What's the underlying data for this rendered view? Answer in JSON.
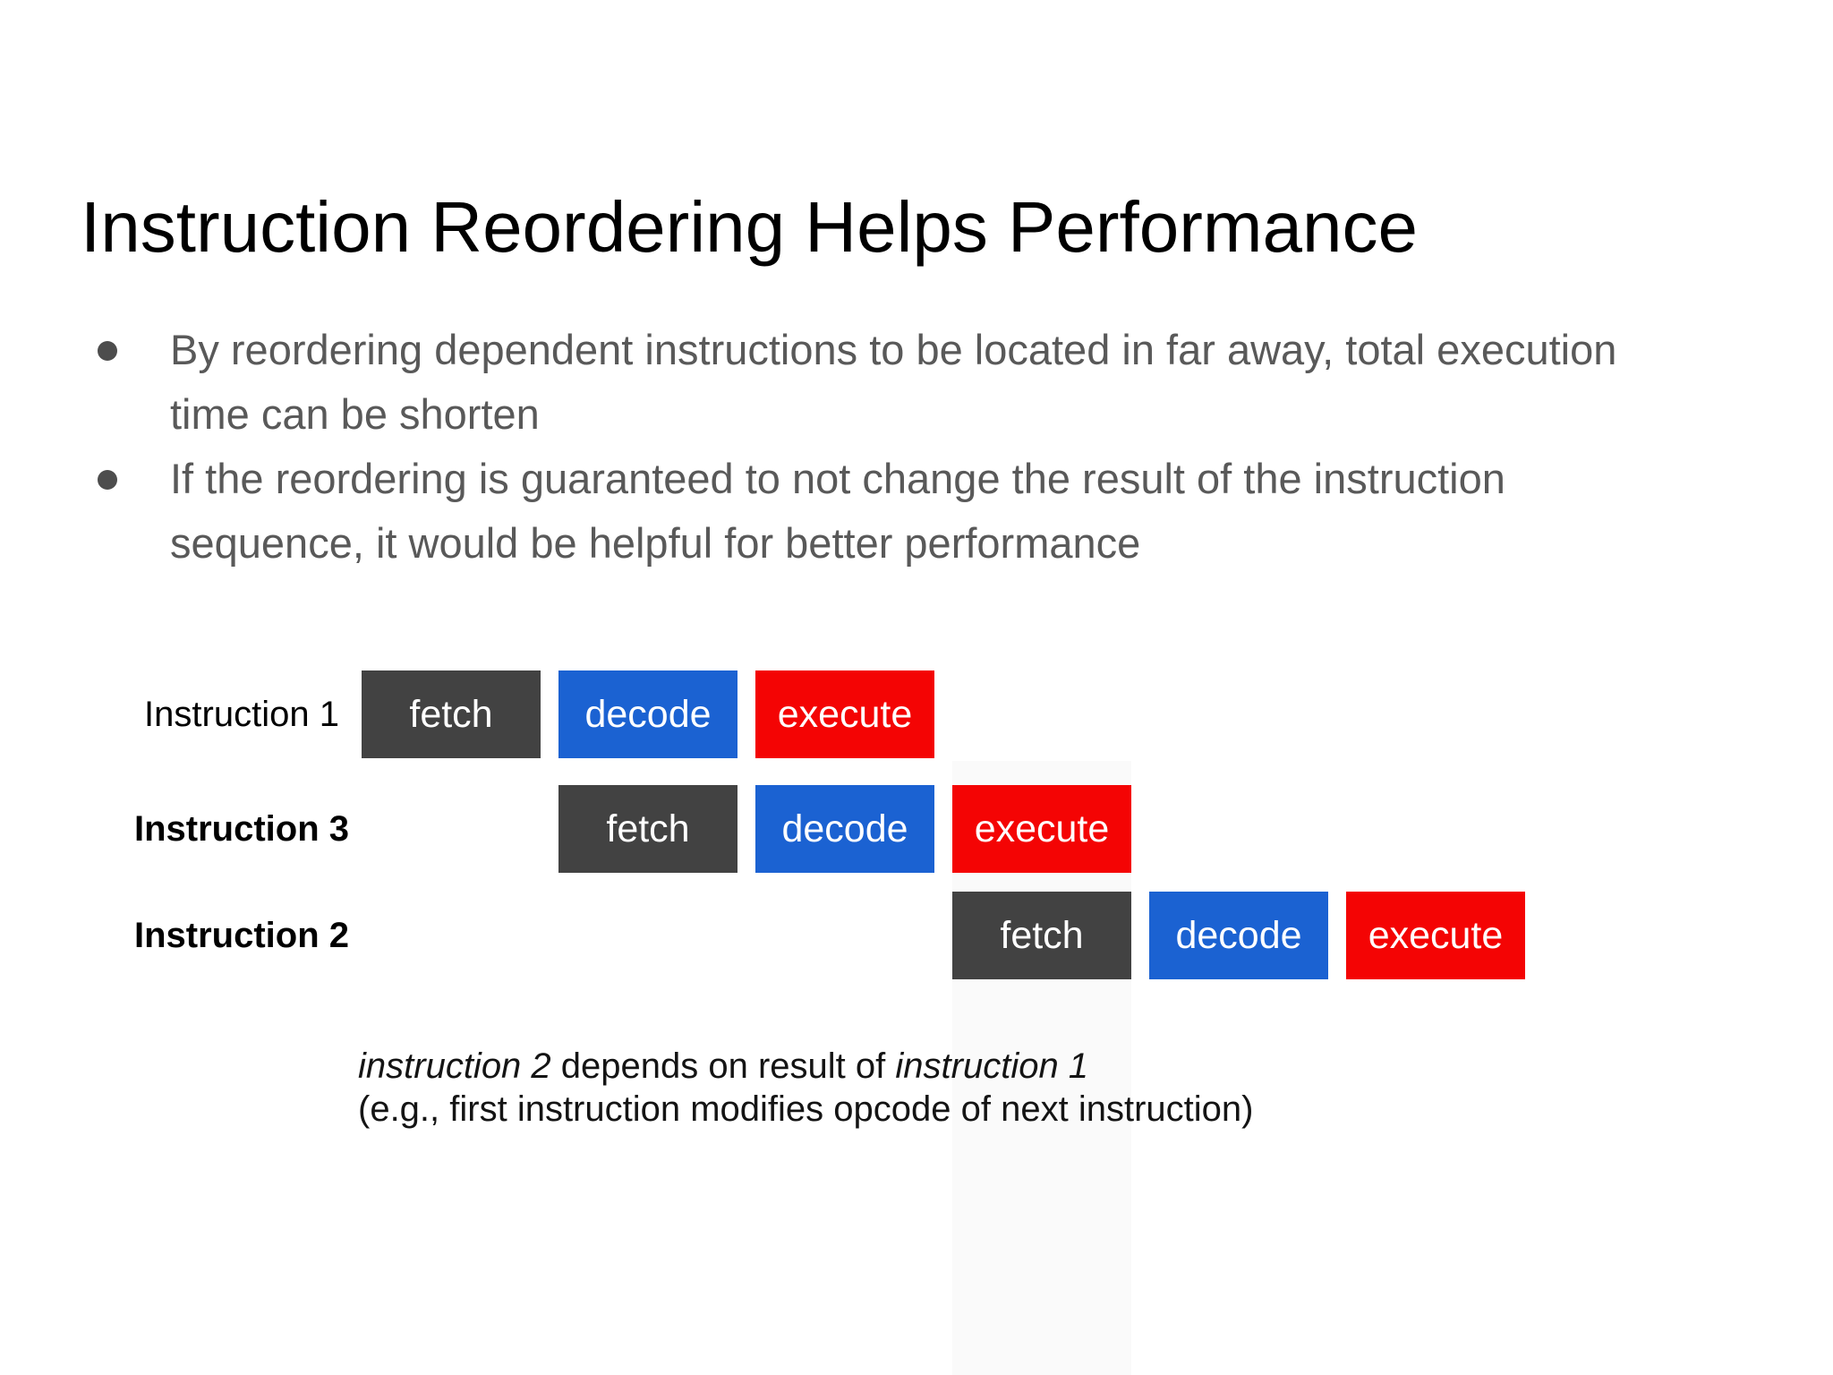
{
  "slide": {
    "title": "Instruction Reordering Helps Performance",
    "bullets": [
      {
        "lines": [
          "By reordering dependent instructions to be located in far away, total execution",
          "time can be shorten"
        ]
      },
      {
        "lines": [
          "If the reordering is guaranteed to not change the result of the instruction",
          "sequence, it would be helpful for better performance"
        ]
      }
    ],
    "pipeline": {
      "stage_colors": {
        "fetch": "#424242",
        "decode": "#1b62d2",
        "execute": "#f40404"
      },
      "stage_text_color": "#ffffff",
      "rows": [
        {
          "label": "Instruction 1",
          "bold": false,
          "stages": [
            {
              "name": "fetch",
              "slot": 0
            },
            {
              "name": "decode",
              "slot": 1
            },
            {
              "name": "execute",
              "slot": 2
            }
          ]
        },
        {
          "label": "Instruction 3",
          "bold": true,
          "stages": [
            {
              "name": "fetch",
              "slot": 1
            },
            {
              "name": "decode",
              "slot": 2
            },
            {
              "name": "execute",
              "slot": 3
            }
          ]
        },
        {
          "label": "Instruction 2",
          "bold": true,
          "stages": [
            {
              "name": "fetch",
              "slot": 3
            },
            {
              "name": "decode",
              "slot": 4
            },
            {
              "name": "execute",
              "slot": 5
            }
          ]
        }
      ]
    },
    "caption": {
      "line1_parts": [
        {
          "text": "instruction 2",
          "italic": true
        },
        {
          "text": " depends on result of ",
          "italic": false
        },
        {
          "text": "instruction 1",
          "italic": true
        }
      ],
      "line2": "(e.g., first instruction modifies opcode of next instruction)"
    },
    "colors": {
      "background": "#ffffff",
      "title_text": "#000000",
      "body_text": "#595959",
      "caption_text": "#141414",
      "bullet_dot": "#4d4d4d",
      "faint_column": "#fafafa"
    }
  }
}
